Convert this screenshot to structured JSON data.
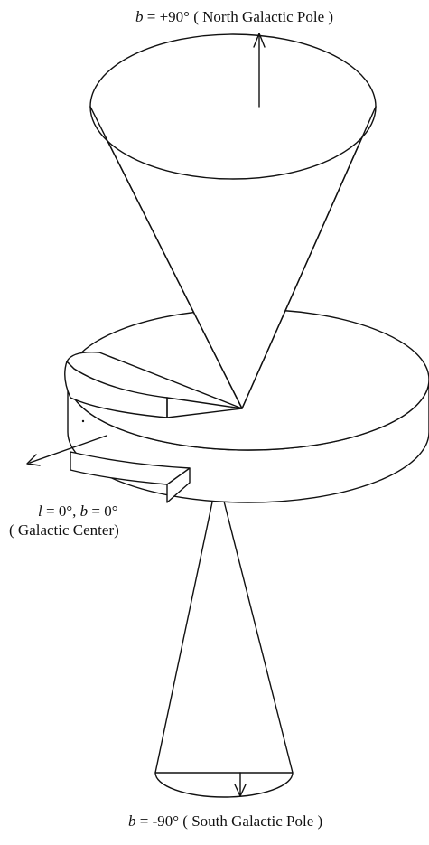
{
  "labels": {
    "north": {
      "var": "b",
      "value": " = +90° ( North Galactic Pole )"
    },
    "center": {
      "l_var": "l",
      "l_value": " = 0°, ",
      "b_var": "b",
      "b_value": " = 0°",
      "line2": "( Galactic Center)"
    },
    "south": {
      "var": "b",
      "value": " = -90° ( South Galactic Pole )"
    }
  },
  "colors": {
    "line": "#111111",
    "fill": "#ffffff"
  }
}
